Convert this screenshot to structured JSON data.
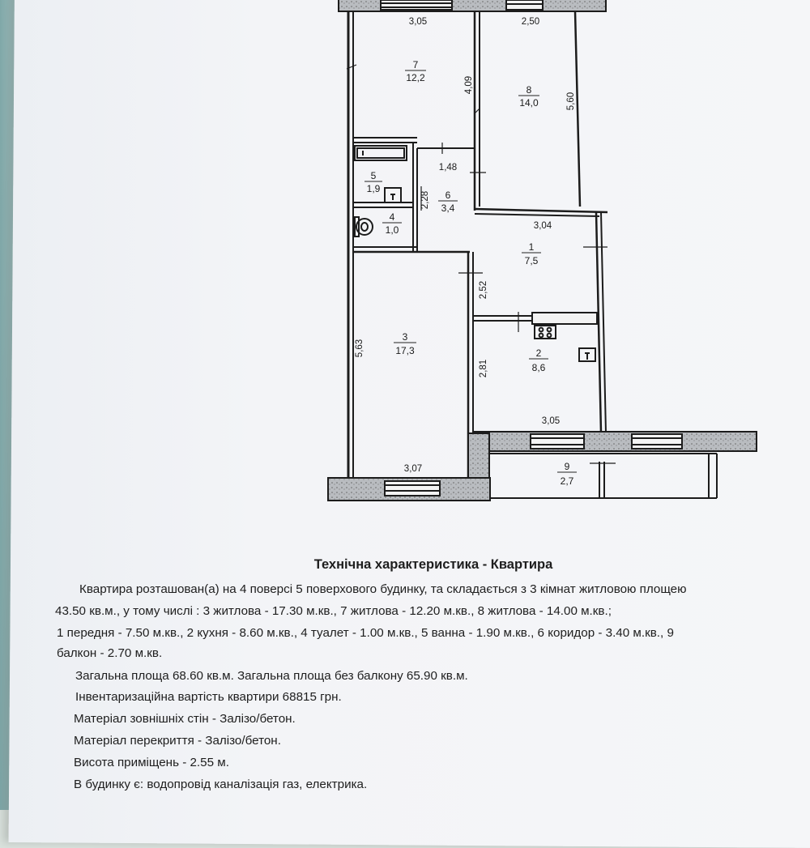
{
  "plan": {
    "dims": {
      "top_left": "3,05",
      "top_right": "2,50",
      "room7_side": "4,09",
      "room8_side": "5,60",
      "corridor_w": "1,48",
      "corridor_h": "2,28",
      "hall_top": "3,04",
      "hall_side": "2,52",
      "room3_side": "5,63",
      "kitchen_side": "2,81",
      "kitchen_bottom": "3,05",
      "room3_bottom": "3,07"
    },
    "rooms": [
      {
        "num": "7",
        "area": "12,2"
      },
      {
        "num": "8",
        "area": "14,0"
      },
      {
        "num": "5",
        "area": "1,9"
      },
      {
        "num": "6",
        "area": "3,4"
      },
      {
        "num": "4",
        "area": "1,0"
      },
      {
        "num": "1",
        "area": "7,5"
      },
      {
        "num": "3",
        "area": "17,3"
      },
      {
        "num": "2",
        "area": "8,6"
      },
      {
        "num": "9",
        "area": "2,7"
      }
    ]
  },
  "doc": {
    "title": "Технічна характеристика - Квартира",
    "lines": [
      "Квартира розташован(а) на 4 поверсі 5 поверхового будинку, та складається з 3 кімнат житловою площею",
      "43.50 кв.м., у тому числі : 3 житлова - 17.30 м.кв., 7 житлова - 12.20 м.кв., 8 житлова - 14.00 м.кв.;",
      "1 передня - 7.50 м.кв., 2 кухня - 8.60 м.кв., 4 туалет - 1.00 м.кв., 5 ванна - 1.90 м.кв., 6 коридор - 3.40 м.кв., 9",
      "балкон - 2.70 м.кв.",
      "Загальна площа 68.60 кв.м.  Загальна площа без балкону 65.90 кв.м.",
      "Інвентаризаційна вартість квартири 68815 грн.",
      "Матеріал зовнішніх стін - Залізо/бетон.",
      "Матеріал перекриття - Залізо/бетон.",
      "Висота приміщень - 2.55 м.",
      "В будинку є: водопровід каналізація газ, електрика."
    ]
  }
}
